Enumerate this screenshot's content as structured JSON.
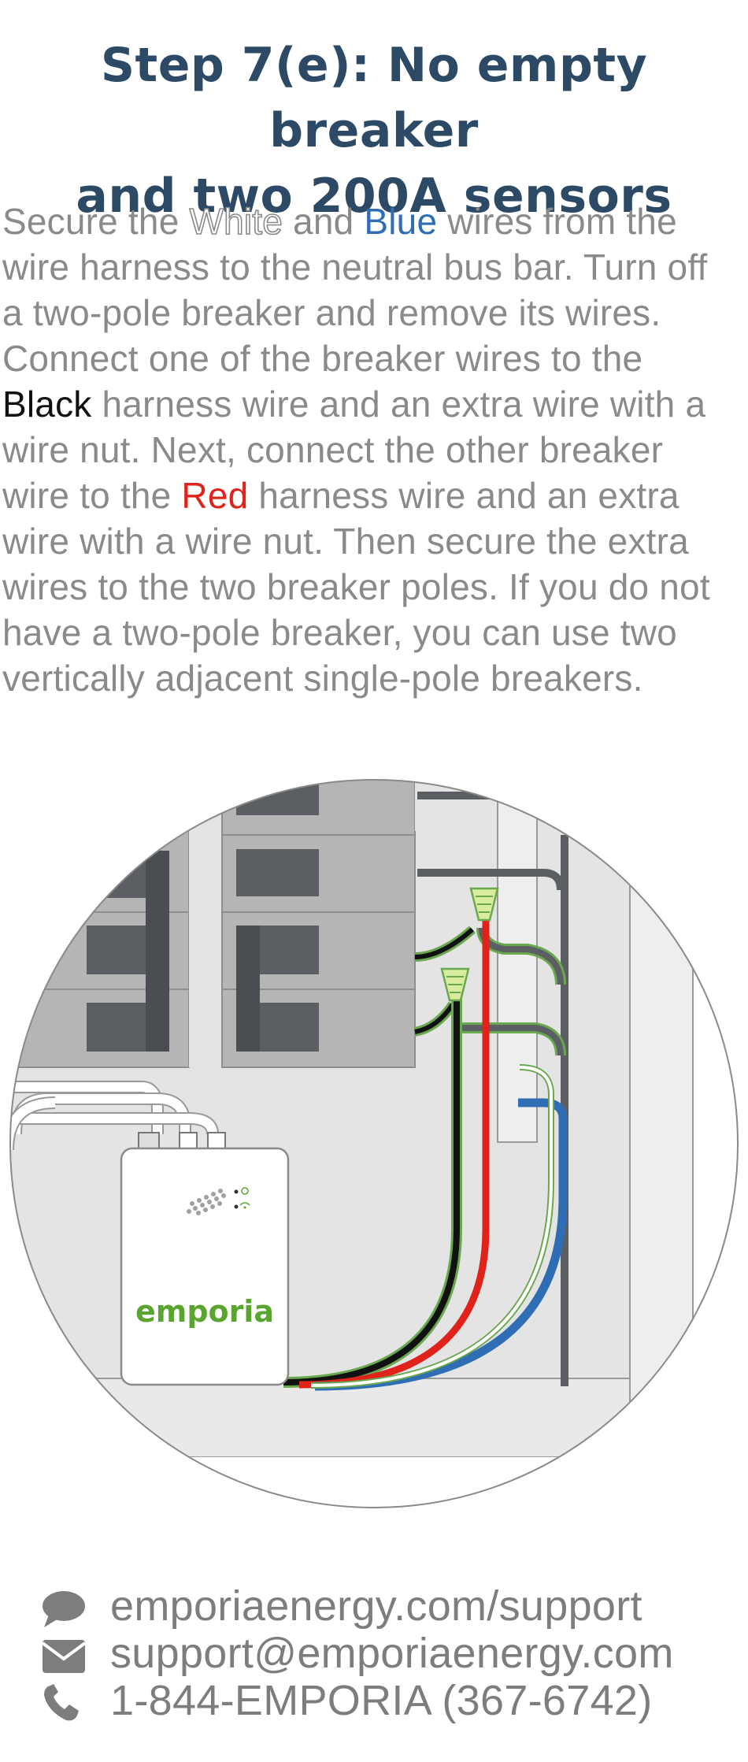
{
  "header": {
    "title_line1": "Step 7(e): No empty breaker",
    "title_line2": "and two 200A sensors"
  },
  "instructions": {
    "l1_a": "Secure the ",
    "l1_white": "White",
    "l1_b": " and ",
    "l1_blue": "Blue",
    "l1_c": " wires from the",
    "l2": "wire harness to the neutral bus bar. Turn off",
    "l3": "a two-pole breaker and remove its wires.",
    "l4": "Connect one of the breaker wires to the",
    "l5_black": "Black",
    "l5_b": " harness wire and an extra wire with a",
    "l6": "wire nut. Next, connect the other breaker",
    "l7_a": "wire to the ",
    "l7_red": "Red",
    "l7_b": " harness wire and an extra",
    "l8": "wire with a wire nut. Then secure the extra",
    "l9": "wires to the two breaker poles. If you do not",
    "l10": "have a two-pole breaker, you can use two",
    "l11": "vertically adjacent single-pole breakers."
  },
  "illustration": {
    "brand_label": "emporia",
    "colors": {
      "wire_black": "#111111",
      "wire_red": "#e0221b",
      "wire_blue": "#2f6db5",
      "wire_white": "#ffffff",
      "wire_outline": "#6aa84f",
      "brand_green": "#5aa52f",
      "panel_gray": "#b5b5b5",
      "breaker_dark": "#5b5e62"
    }
  },
  "contact": {
    "website": "emporiaenergy.com/support",
    "email": "support@emporiaenergy.com",
    "phone": "1-844-EMPORIA (367-6742)",
    "icons": [
      "speech-bubble-icon",
      "envelope-icon",
      "phone-icon"
    ]
  }
}
